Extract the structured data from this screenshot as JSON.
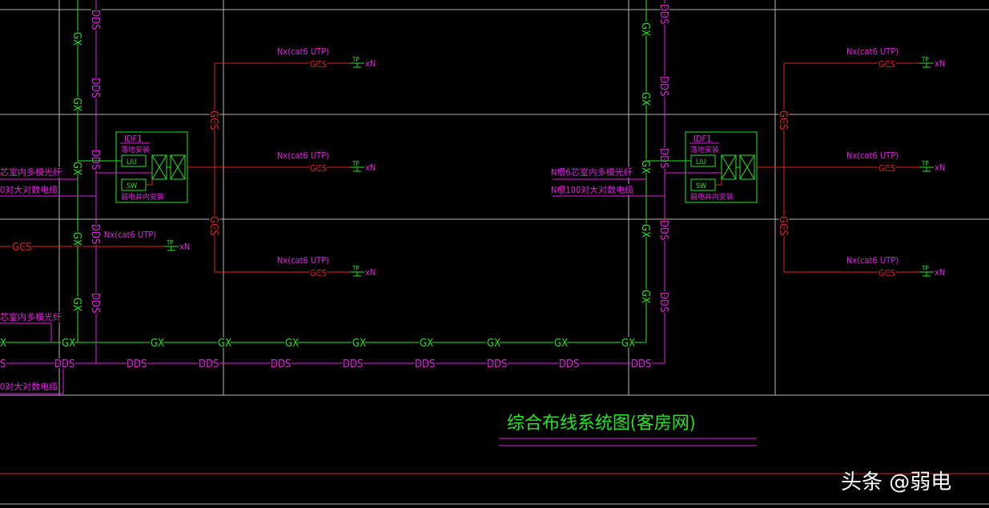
{
  "title": "综合布线系统图(客房网)",
  "watermark": "头条 @弱电",
  "colors": {
    "background": "#000000",
    "grid": "#b4b4b4",
    "gx": "#22e622",
    "dds": "#e61ee6",
    "gcs": "#e62020"
  },
  "riser_labels": {
    "gx": "GX",
    "dds": "DDS",
    "gcs": "GCS"
  },
  "horizontal_gx_labels": [
    "X",
    "GX",
    "GX",
    "GX",
    "GX",
    "GX",
    "GX",
    "GX",
    "GX",
    "GX"
  ],
  "horizontal_dds_labels": [
    "S",
    "DDS",
    "DDS",
    "DDS",
    "DDS",
    "DDS",
    "DDS",
    "DDS",
    "DDS",
    "DDS"
  ],
  "outlet": {
    "cable": "Nx(cat6 UTP)",
    "gcs": "GCS",
    "tp": "TP",
    "count": "xN"
  },
  "idf": {
    "name": "IDF1",
    "mount_top": "落地安装",
    "liu": "LIU",
    "sw": "SW",
    "mount_bottom": "弱电井内安装"
  },
  "left_feed": {
    "fiber": "芯室内多模光纤",
    "copper": "0对大对数电缆"
  },
  "right_feed": {
    "fiber": "N根6芯室内多模光纤",
    "copper": "N根100对大对数电缆"
  },
  "bottom_left_feed": {
    "fiber": "芯室内多模光纤",
    "copper": "0对大对数电缆"
  }
}
